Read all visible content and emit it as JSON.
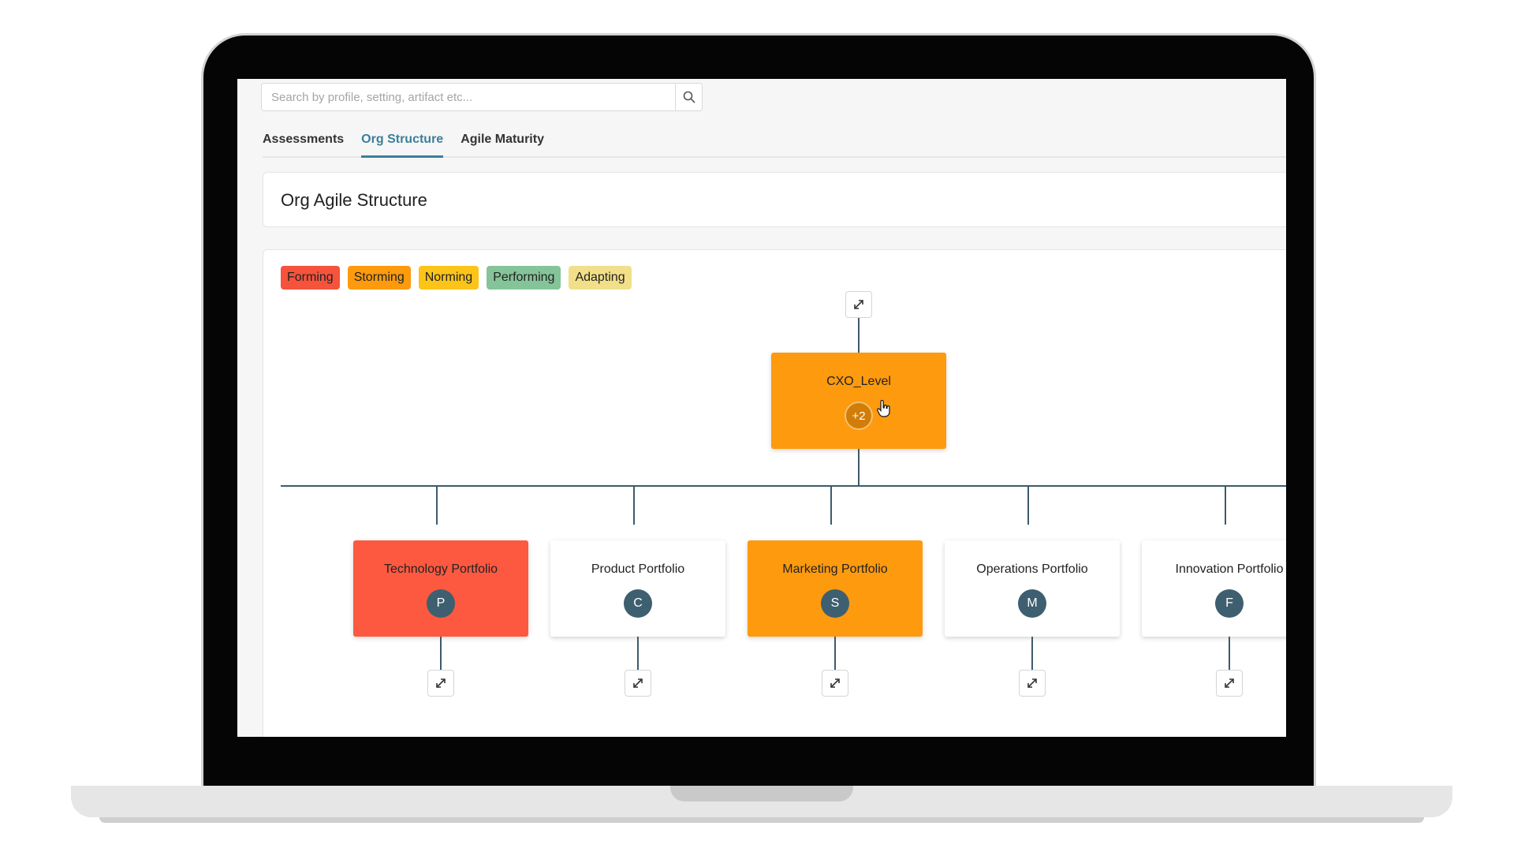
{
  "search": {
    "placeholder": "Search by profile, setting, artifact etc..."
  },
  "tabs": [
    {
      "label": "Assessments",
      "active": false
    },
    {
      "label": "Org Structure",
      "active": true
    },
    {
      "label": "Agile Maturity",
      "active": false
    }
  ],
  "page_title": "Org Agile Structure",
  "legend": [
    {
      "label": "Forming",
      "color": "#f5533c"
    },
    {
      "label": "Storming",
      "color": "#fd9a0e"
    },
    {
      "label": "Norming",
      "color": "#fcc419"
    },
    {
      "label": "Performing",
      "color": "#84c498"
    },
    {
      "label": "Adapting",
      "color": "#f2df8a"
    }
  ],
  "root": {
    "label": "CXO_Level",
    "more": "+2",
    "color": "#fd9a0e"
  },
  "children": [
    {
      "label": "Technology Portfolio",
      "avatar": "P",
      "color": "#fd5840"
    },
    {
      "label": "Product Portfolio",
      "avatar": "C",
      "color": "#ffffff"
    },
    {
      "label": "Marketing Portfolio",
      "avatar": "S",
      "color": "#fd9a0e"
    },
    {
      "label": "Operations Portfolio",
      "avatar": "M",
      "color": "#ffffff"
    },
    {
      "label": "Innovation Portfolio",
      "avatar": "F",
      "color": "#ffffff"
    }
  ],
  "icons": {
    "search": "search-icon",
    "expand": "expand-diagonal-icon",
    "cursor": "hand-pointer-icon"
  }
}
